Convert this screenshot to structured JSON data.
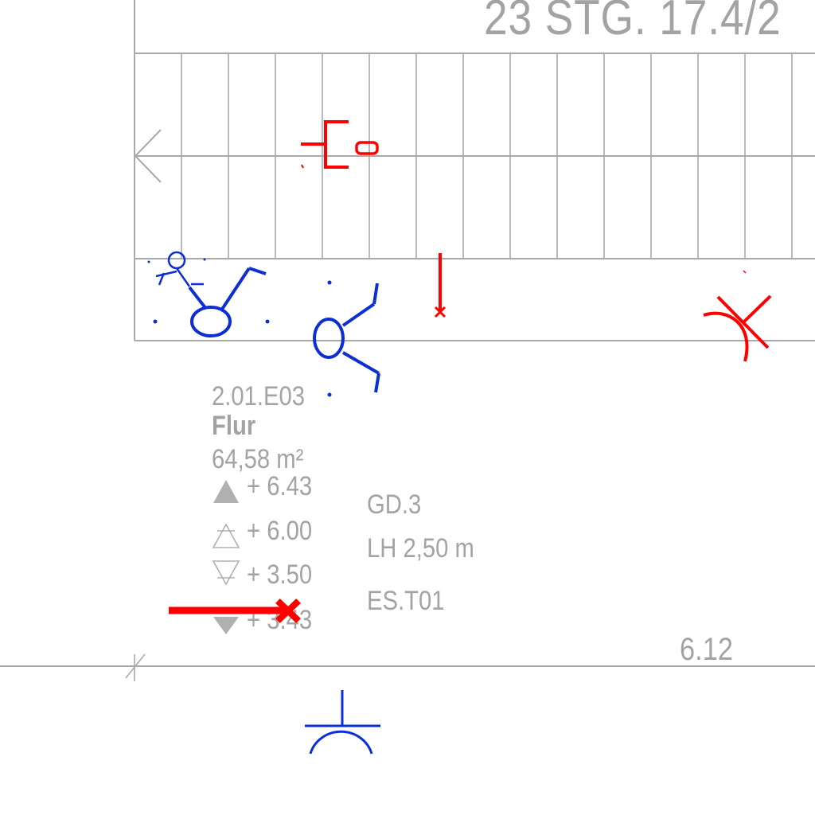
{
  "drawing_title": "23 STG. 17.4/2",
  "room": {
    "id": "2.01.E03",
    "name": "Flur",
    "area": "64,58 m²",
    "levels": [
      "+ 6.43",
      "+ 6.00",
      "+ 3.50",
      "+ 3.43"
    ],
    "codes": [
      "GD.3",
      "LH 2,50 m",
      "ES.T01"
    ]
  },
  "dimension": "6.12",
  "colors": {
    "linework": "#a3a3a3",
    "electrical_red": "#ff0000",
    "fixture_blue": "#0033dd"
  },
  "symbols": [
    "stair-direction-arrow-icon",
    "distribution-box-icon",
    "emergency-light-icon",
    "outlet-icon",
    "luminaire-icon",
    "switch-icon",
    "level-marker-icon"
  ]
}
